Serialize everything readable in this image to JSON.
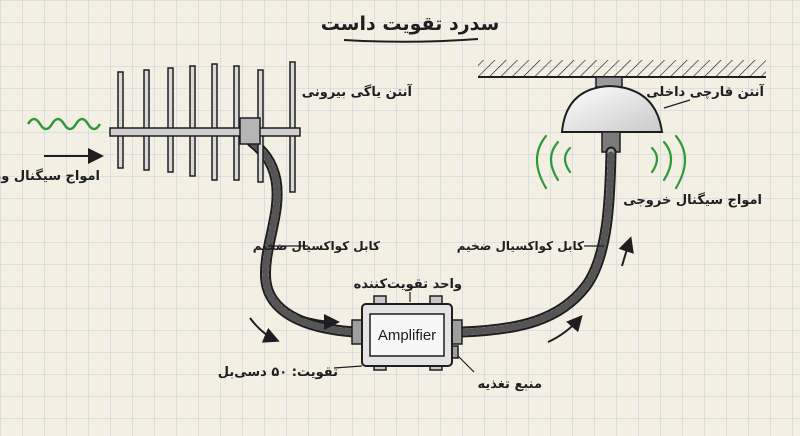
{
  "title": "سدرد تقویت داست",
  "labels": {
    "outdoor_antenna": "آنتن یاگی بیرونی",
    "input_waves": "امواج سیگنال ورودی",
    "indoor_antenna": "آنتن قارچی داخلی",
    "output_waves": "امواج سیگنال خروجی",
    "cable_left": "کابل کواکسیال ضخیم",
    "cable_right": "کابل کواکسیال ضخیم",
    "amplifier_unit": "واحد تقویت‌کننده",
    "amplifier_text": "Amplifier",
    "gain": "تقویت: ۵۰ دسی‌بل",
    "power_supply": "منبع تغذیه"
  },
  "colors": {
    "paper": "#f3efe2",
    "grid": "#c3cfe0",
    "ink": "#1e1e1e",
    "wave_green": "#2f9a3a"
  }
}
